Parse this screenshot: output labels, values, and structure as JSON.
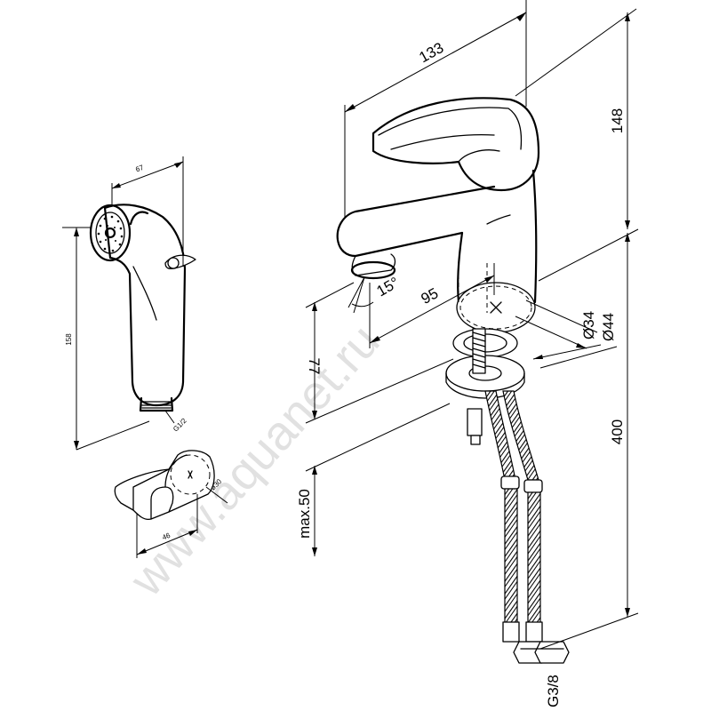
{
  "drawing": {
    "watermark": "www.aquanet.ru",
    "mixer_dimensions": {
      "width_top": "133",
      "height_top": "148",
      "spout_angle": "15°",
      "spout_reach": "95",
      "spout_height": "77",
      "hole_min": "Ø34",
      "hole_max": "Ø44",
      "hose_length": "400",
      "deck_thickness": "max.50",
      "hose_thread": "G3/8"
    },
    "hand_shower_dimensions": {
      "head_diameter": "67",
      "length": "158",
      "thread": "G1/2"
    },
    "holder_dimensions": {
      "width": "46",
      "diameter": "ø30"
    }
  }
}
